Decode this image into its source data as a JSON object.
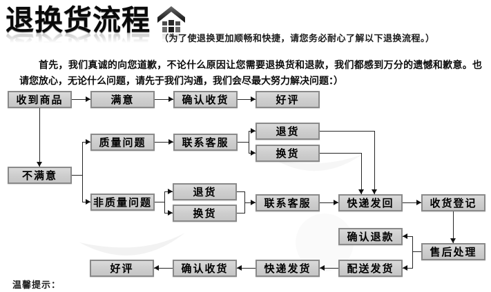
{
  "header": {
    "title": "退换货流程",
    "logo_icon": "house-up-arrow-icon",
    "subtitle": "（为了使退换更加顺畅和快捷，请您务必耐心了解以下退换流程。）"
  },
  "intro": "首先，我们真诚的向您道歉，不论什么原因让您需要退换货和退款，我们都感到万分的遗憾和歉意。也请您放心，无论什么问题，请先于我们沟通，我们会尽最大努力解决问题：）",
  "footer_note": "温馨提示：",
  "colors": {
    "background": "#ffffff",
    "node_fill": "#d2d2d2",
    "node_border": "#898989",
    "connector": "#232323",
    "title": "#0a0a0a"
  },
  "chart_data": {
    "type": "flowchart",
    "nodes": [
      {
        "id": "received",
        "label": "收到商品"
      },
      {
        "id": "satisfied",
        "label": "满意"
      },
      {
        "id": "confirm-receipt-1",
        "label": "确认收货"
      },
      {
        "id": "good-review-1",
        "label": "好评"
      },
      {
        "id": "quality-issue",
        "label": "质量问题"
      },
      {
        "id": "contact-service-1",
        "label": "联系客服"
      },
      {
        "id": "return-1",
        "label": "退货"
      },
      {
        "id": "exchange-1",
        "label": "换货"
      },
      {
        "id": "unsatisfied",
        "label": "不满意"
      },
      {
        "id": "non-quality-issue",
        "label": "非质量问题"
      },
      {
        "id": "return-2",
        "label": "退货"
      },
      {
        "id": "exchange-2",
        "label": "换货"
      },
      {
        "id": "contact-service-2",
        "label": "联系客服"
      },
      {
        "id": "express-return",
        "label": "快递发回"
      },
      {
        "id": "receipt-registration",
        "label": "收货登记"
      },
      {
        "id": "confirm-refund",
        "label": "确认退款"
      },
      {
        "id": "after-sales",
        "label": "售后处理"
      },
      {
        "id": "delivery-dispatch",
        "label": "配送发货"
      },
      {
        "id": "express-dispatch",
        "label": "快递发货"
      },
      {
        "id": "confirm-receipt-2",
        "label": "确认收货"
      },
      {
        "id": "good-review-2",
        "label": "好评"
      }
    ],
    "edges": [
      [
        "received",
        "satisfied"
      ],
      [
        "satisfied",
        "confirm-receipt-1"
      ],
      [
        "confirm-receipt-1",
        "good-review-1"
      ],
      [
        "received",
        "unsatisfied"
      ],
      [
        "unsatisfied",
        "quality-issue"
      ],
      [
        "unsatisfied",
        "non-quality-issue"
      ],
      [
        "quality-issue",
        "contact-service-1"
      ],
      [
        "contact-service-1",
        "return-1"
      ],
      [
        "contact-service-1",
        "exchange-1"
      ],
      [
        "return-1",
        "express-return"
      ],
      [
        "exchange-1",
        "express-return"
      ],
      [
        "non-quality-issue",
        "return-2"
      ],
      [
        "non-quality-issue",
        "exchange-2"
      ],
      [
        "return-2",
        "contact-service-2"
      ],
      [
        "exchange-2",
        "contact-service-2"
      ],
      [
        "contact-service-2",
        "express-return"
      ],
      [
        "express-return",
        "receipt-registration"
      ],
      [
        "receipt-registration",
        "after-sales"
      ],
      [
        "after-sales",
        "confirm-refund"
      ],
      [
        "after-sales",
        "delivery-dispatch"
      ],
      [
        "delivery-dispatch",
        "express-dispatch"
      ],
      [
        "express-dispatch",
        "confirm-receipt-2"
      ],
      [
        "confirm-receipt-2",
        "good-review-2"
      ]
    ]
  }
}
